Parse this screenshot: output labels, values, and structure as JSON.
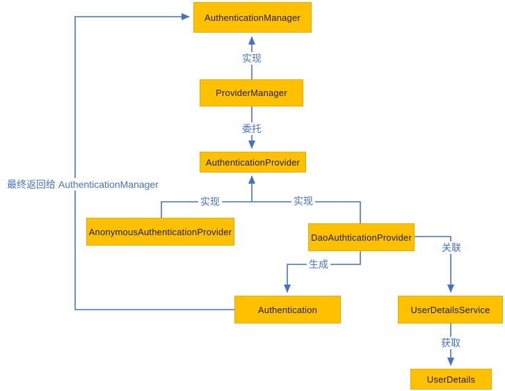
{
  "diagram": {
    "title": "Spring Security authentication class diagram",
    "colors": {
      "node_fill": "#FFC000",
      "node_border": "#E8AC00",
      "edge": "#4472C4",
      "label_text": "#4472C4",
      "node_text": "#1a1a1a",
      "background": "#FFFFFF"
    },
    "nodes": {
      "authentication_manager": {
        "label": "AuthenticationManager"
      },
      "provider_manager": {
        "label": "ProviderManager"
      },
      "authentication_provider": {
        "label": "AuthenticationProvider"
      },
      "anonymous_authentication_provider": {
        "label": "AnonymousAuthenticationProvider"
      },
      "dao_authtication_provider": {
        "label": "DaoAuthticationProvider"
      },
      "authentication": {
        "label": "Authentication"
      },
      "user_details_service": {
        "label": "UserDetailsService"
      },
      "user_details": {
        "label": "UserDetails"
      }
    },
    "edge_labels": {
      "implement_top": "实现",
      "delegate": "委托",
      "implement_left": "实现",
      "implement_right": "实现",
      "generate": "生成",
      "associate": "关联",
      "obtain": "获取",
      "return_note": "最终返回给 AuthenticationManager"
    }
  }
}
